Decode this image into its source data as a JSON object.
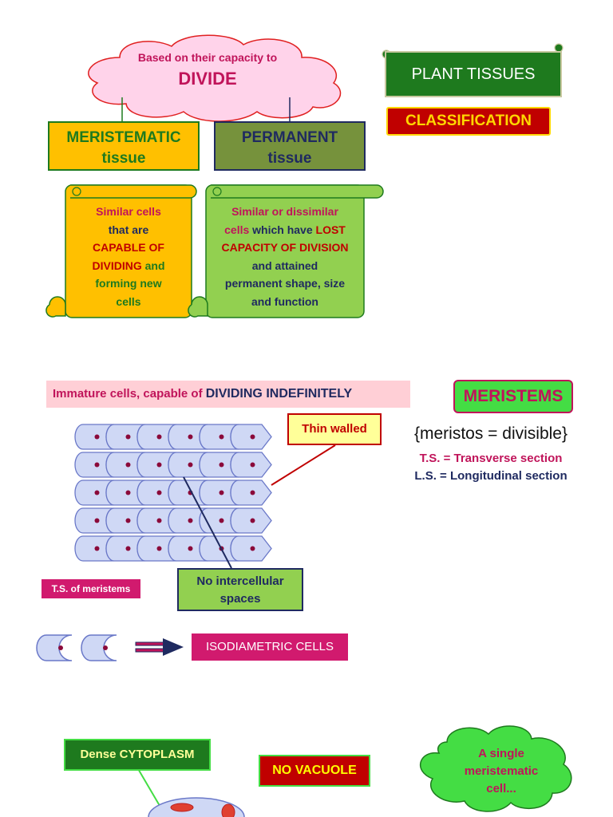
{
  "slide1": {
    "cloud": {
      "line1": "Based on their capacity to",
      "line2": "DIVIDE"
    },
    "title": "PLANT TISSUES",
    "subtitle": "CLASSIFICATION",
    "meristematic": {
      "line1": "MERISTEMATIC",
      "line2": "tissue"
    },
    "permanent": {
      "line1": "PERMANENT",
      "line2": "tissue"
    },
    "scroll_left": {
      "l1": "Similar cells",
      "l2": "that are",
      "l3": "CAPABLE OF",
      "l4a": "DIVIDING",
      "l4b": " and",
      "l5": "forming new",
      "l6": "cells"
    },
    "scroll_right": {
      "l1": "Similar or dissimilar",
      "l2a": "cells",
      "l2b": " which have ",
      "l2c": "LOST",
      "l3": "CAPACITY OF DIVISION",
      "l4": "and attained",
      "l5": "permanent shape, size",
      "l6": "and function"
    }
  },
  "slide2": {
    "banner_a": "Immature cells, capable of ",
    "banner_b": "DIVIDING INDEFINITELY",
    "title": "MERISTEMS",
    "etymology": "{meristos = divisible}",
    "ts": "T.S. = Transverse section",
    "ls": "L.S. = Longitudinal section",
    "thin_walled": "Thin walled",
    "no_spaces_l1": "No intercellular",
    "no_spaces_l2": "spaces",
    "ts_label": "T.S. of meristems",
    "iso_label": "ISODIAMETRIC CELLS"
  },
  "slide3": {
    "dense": "Dense CYTOPLASM",
    "no_vacuole": "NO VACUOLE",
    "cloud_l1": "A single",
    "cloud_l2": "meristematic",
    "cloud_l3": "cell..."
  },
  "colors": {
    "green_dark": "#1e7a1e",
    "yellow": "#ffc000",
    "olive": "#76923c",
    "magenta": "#d11a6e",
    "navy": "#1f2a60",
    "cloud_pink": "#ffd0e8",
    "cell_blue": "#cfd8f5",
    "cell_green": "#44dd44"
  }
}
